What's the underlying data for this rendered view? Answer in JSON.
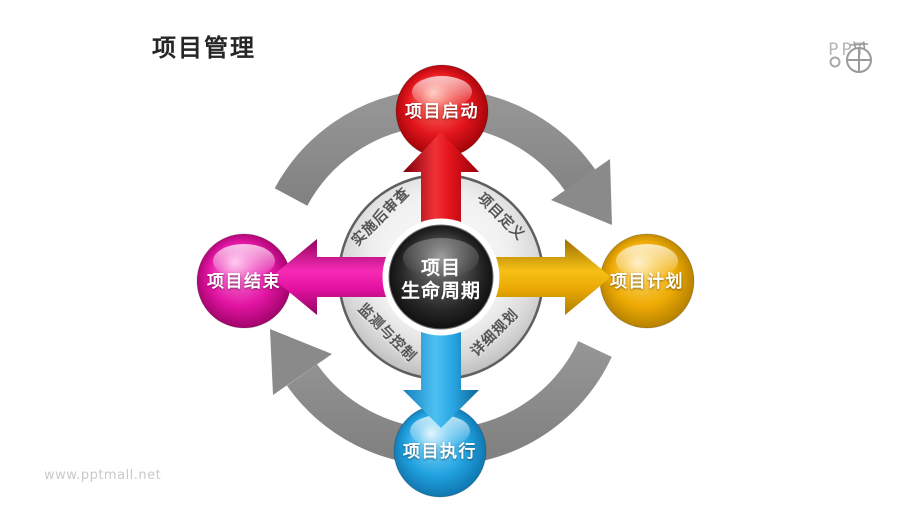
{
  "header": {
    "title": "项目管理",
    "logo_text": "PPT"
  },
  "watermark": "www.pptmall.net",
  "diagram": {
    "center": {
      "line1": "项目",
      "line2": "生命周期"
    },
    "ring_labels": [
      {
        "text": "实施后审查",
        "position": "top-left"
      },
      {
        "text": "项目定义",
        "position": "top-right"
      },
      {
        "text": "监测与控制",
        "position": "bottom-left"
      },
      {
        "text": "详细规划",
        "position": "bottom-right"
      }
    ],
    "nodes": [
      {
        "text": "项目启动",
        "position": "top",
        "color": "#e4161d"
      },
      {
        "text": "项目计划",
        "position": "right",
        "color": "#eeab04"
      },
      {
        "text": "项目执行",
        "position": "bottom",
        "color": "#21a2e0"
      },
      {
        "text": "项目结束",
        "position": "left",
        "color": "#e214a3"
      }
    ],
    "flow": {
      "direction": "clockwise",
      "arc_color": "#8a8a8a"
    }
  }
}
